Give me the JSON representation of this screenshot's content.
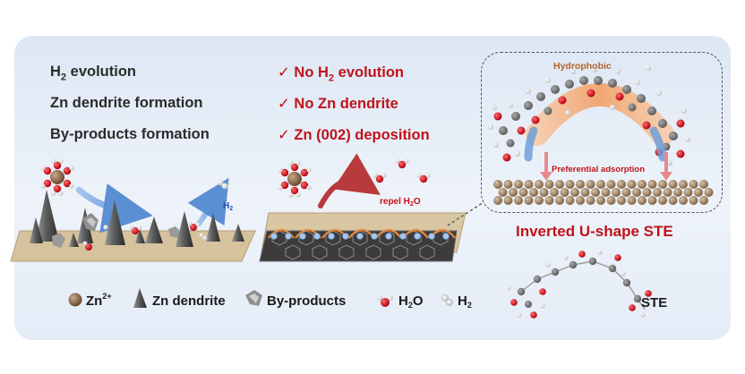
{
  "left_list": {
    "h2_evolution": "evolution",
    "zn_dendrite_formation": "Zn dendrite formation",
    "byproducts_formation": "By-products formation"
  },
  "right_list": {
    "check_glyph": "✓",
    "no_h2_evolution_pre": "No H",
    "no_h2_evolution_post": "evolution",
    "no_zn_dendrite": "No Zn dendrite",
    "zn_002_deposition": "Zn (002) deposition"
  },
  "chem": {
    "h": "H",
    "sub2": "2",
    "o": "O"
  },
  "panel_left": {
    "h2_label_h": "H"
  },
  "panel_middle": {
    "repel_label": "repel H",
    "repel_o": "O"
  },
  "panel_right": {
    "hydrophobic": "Hydrophobic",
    "preferential_adsorption": "Preferential  adsorption",
    "title": "Inverted U-shape STE"
  },
  "legend": {
    "zn2_label": "Zn",
    "zn2_sup": "2+",
    "zn_dendrite": "Zn dendrite",
    "byproducts": "By-products",
    "h2o_h": "H",
    "h2o_o": "O",
    "h2_h": "H",
    "ste": "STE"
  },
  "colors": {
    "panel_bg": "#e4ecf7",
    "red_text": "#c1121a",
    "blue_text": "#1f4fb0",
    "substrate": "#d6c29c",
    "graphene": "#3c3c3c",
    "zinc_sphere": "#8a6a4a",
    "oxygen": "#d6101c",
    "hydrogen": "#f4f4f4",
    "arrow_blue": "#6e9fd8",
    "arrow_red": "#b83a3a",
    "hydrophobic_orange": "#f2a36c",
    "hydrophobic_text": "#b0642a"
  },
  "icons": [
    "zn2-ion-icon",
    "zn-dendrite-icon",
    "byproduct-icon",
    "water-molecule-icon",
    "hydrogen-molecule-icon",
    "ste-molecule-icon",
    "check-icon"
  ]
}
